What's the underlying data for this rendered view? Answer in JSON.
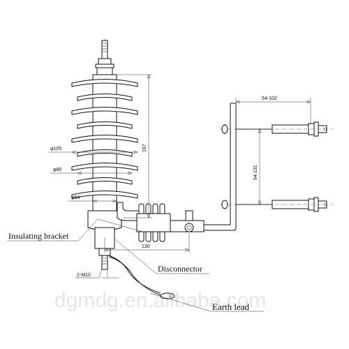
{
  "dimensions": {
    "diameter_105": "φ105",
    "diameter_80": "φ80",
    "diameter_54": "φ54",
    "height_197": "197",
    "width_130": "130",
    "bracket_54_102": "54-102",
    "bracket_94_131": "94-131",
    "thread_2_m10": "2-M10"
  },
  "labels": {
    "insulating_bracket": "Insulating bracket",
    "disconnector": "Disconnector",
    "earth_lead": "Earth lead"
  },
  "watermark": "dgmdg.en.alibaba.com"
}
